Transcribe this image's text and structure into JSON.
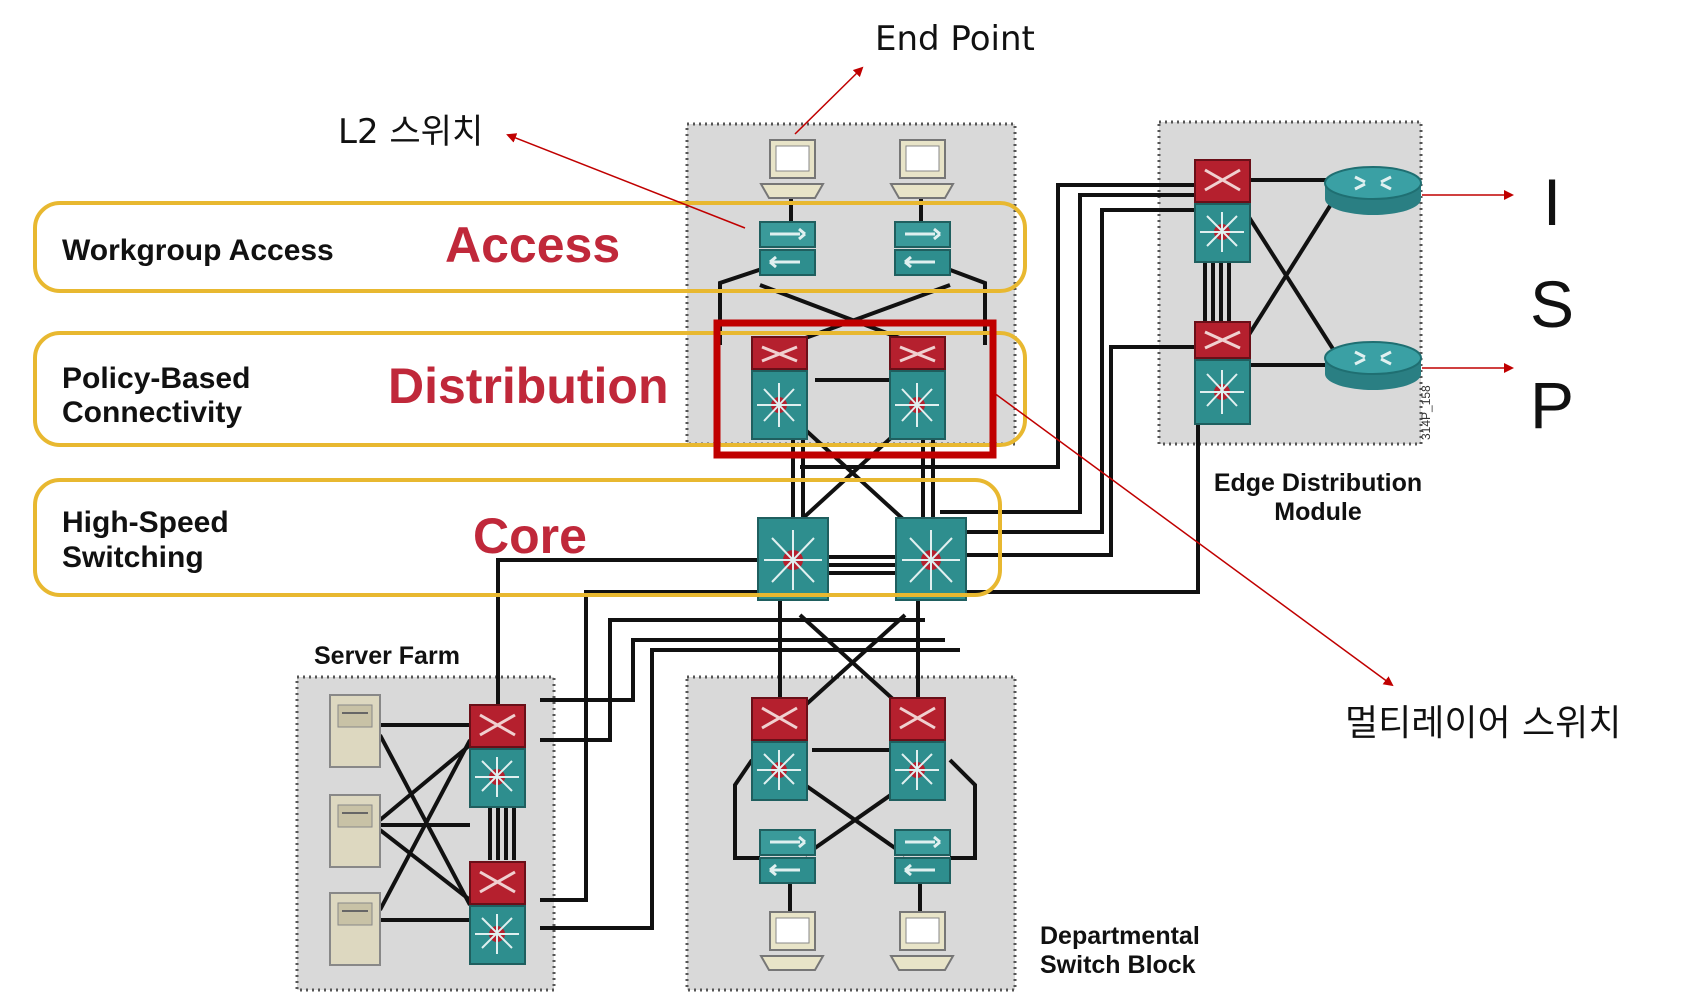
{
  "annotations": {
    "end_point": "End Point",
    "l2_switch": "L2 스위치",
    "multilayer_switch": "멀티레이어 스위치",
    "isp_letters": [
      "I",
      "S",
      "P"
    ],
    "figure_code": "314P_158"
  },
  "layers": [
    {
      "description": "Workgroup Access",
      "name": "Access"
    },
    {
      "description_lines": [
        "Policy-Based",
        "Connectivity"
      ],
      "name": "Distribution"
    },
    {
      "description_lines": [
        "High-Speed",
        "Switching"
      ],
      "name": "Core"
    }
  ],
  "modules": {
    "edge_distribution_lines": [
      "Edge Distribution",
      "Module"
    ],
    "server_farm": "Server Farm",
    "departmental_switch_block_lines": [
      "Departmental",
      "Switch Block"
    ]
  },
  "colors": {
    "layer_outline": "#e8b830",
    "layer_text": "#c0283a",
    "highlight_box": "#c00000",
    "annotation_arrow": "#c00000",
    "module_fill": "#d9d9d9",
    "switch_red": "#b5202e",
    "switch_teal": "#2e8e8e",
    "router_teal": "#3aa0a4",
    "cable": "#111111"
  },
  "icons": {
    "pc": "pc-icon",
    "l2_switch": "l2-switch-icon",
    "multilayer_switch": "multilayer-switch-icon",
    "core_switch": "core-switch-icon",
    "router": "router-icon",
    "server": "server-icon"
  }
}
